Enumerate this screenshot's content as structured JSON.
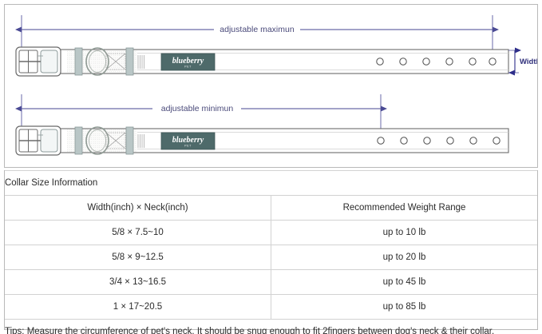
{
  "diagram": {
    "top_collar": {
      "dimension_label": "adjustable maximun",
      "logo_word": "blueberry",
      "logo_sub": "PET",
      "hole_count": 6
    },
    "bottom_collar": {
      "dimension_label": "adjustable minimun",
      "logo_word": "blueberry",
      "logo_sub": "PET",
      "hole_count": 6
    },
    "width_label": "Width",
    "colors": {
      "dimension_line": "#5a5a9a",
      "dimension_text": "#4a4a7a",
      "width_text": "#2e2e7a",
      "strap_outline": "#6b6b6b",
      "hardware_fill": "#b9c6c6",
      "logo_patch": "#4e6a6a",
      "panel_border": "#b9b9b9"
    }
  },
  "table": {
    "title": "Collar Size Information",
    "headers": [
      "Width(inch)  ×  Neck(inch)",
      "Recommended Weight Range"
    ],
    "rows": [
      [
        "5/8 × 7.5~10",
        "up to 10 lb"
      ],
      [
        "5/8 × 9~12.5",
        "up to 20 lb"
      ],
      [
        "3/4 × 13~16.5",
        "up to 45 lb"
      ],
      [
        "1 × 17~20.5",
        "up to 85 lb"
      ]
    ],
    "tips": "Tips: Measure the circumference of pet's neck. It should be snug enough to fit 2fingers between dog's neck & their collar."
  }
}
